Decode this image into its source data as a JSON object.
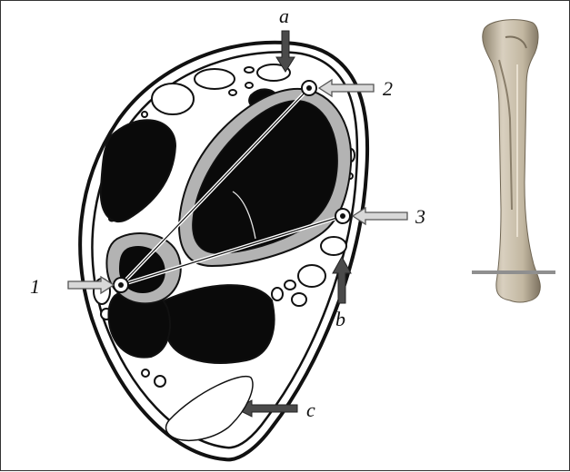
{
  "figure": {
    "colors": {
      "outline": "#111111",
      "muscle": "#0a0a0a",
      "cortex": "#b3b3b3",
      "fat": "#ffffff",
      "arrow_dark": "#4a4a4a",
      "arrow_light": "#d8d8d8",
      "bone_specimen": "#c9bfae"
    },
    "labels": {
      "point_1": "1",
      "point_2": "2",
      "point_3": "3",
      "arrow_a": "a",
      "arrow_b": "b",
      "arrow_c": "c"
    },
    "icons": [
      "arrow-right-icon",
      "arrow-left-icon",
      "arrow-down-icon",
      "arrow-up-icon"
    ]
  }
}
